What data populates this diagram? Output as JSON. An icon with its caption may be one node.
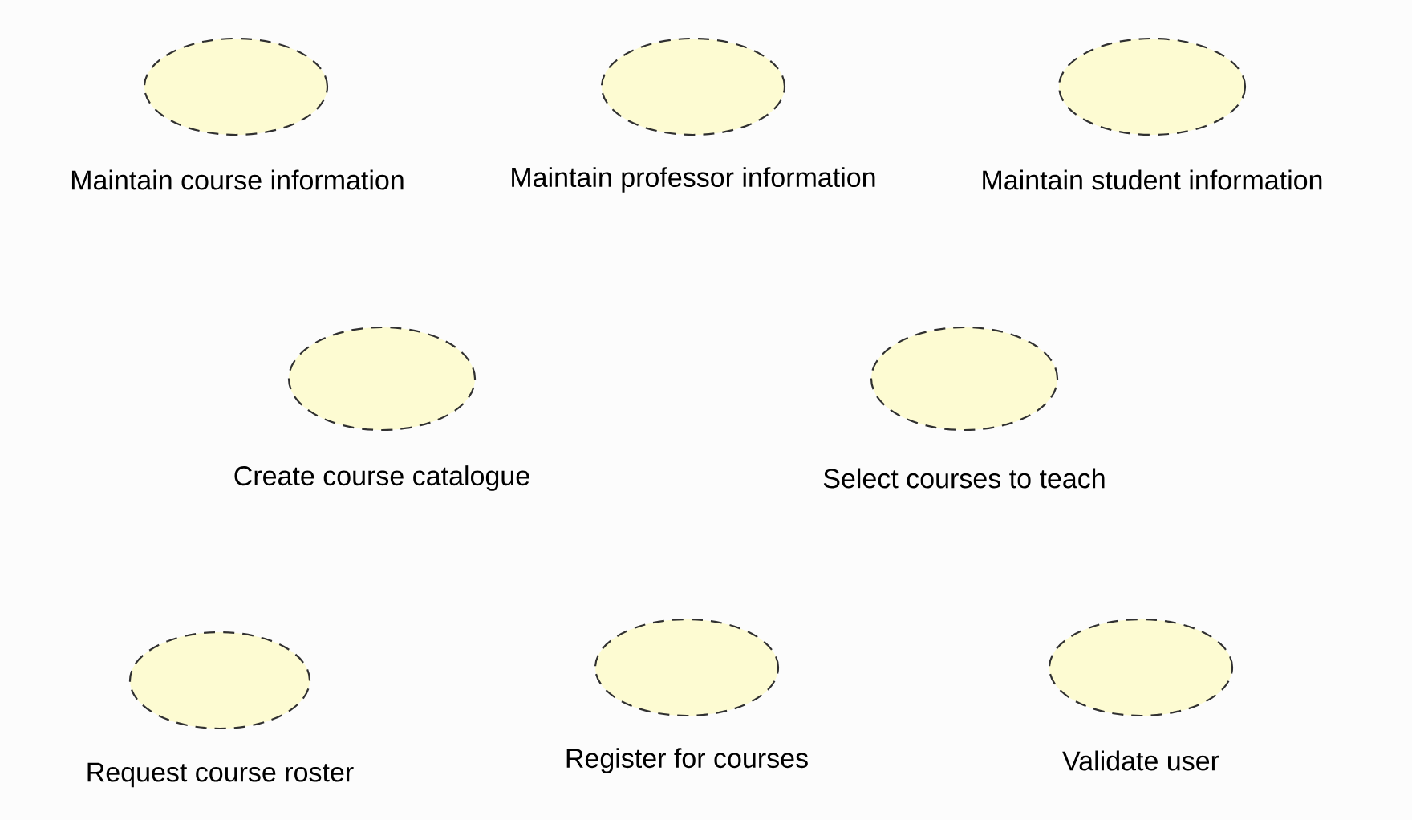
{
  "diagram": {
    "nodes": [
      {
        "text": [
          "Maintain course information"
        ]
      },
      {
        "text": [
          "Maintain professor information"
        ]
      },
      {
        "text": [
          "Maintain student information"
        ]
      },
      {
        "text": [
          "Create course catalogue"
        ]
      },
      {
        "text": [
          "Select courses to teach"
        ]
      },
      {
        "text": [
          "Request course roster"
        ]
      },
      {
        "text": [
          "Register for courses"
        ]
      },
      {
        "text": [
          "Validate user"
        ]
      }
    ]
  }
}
